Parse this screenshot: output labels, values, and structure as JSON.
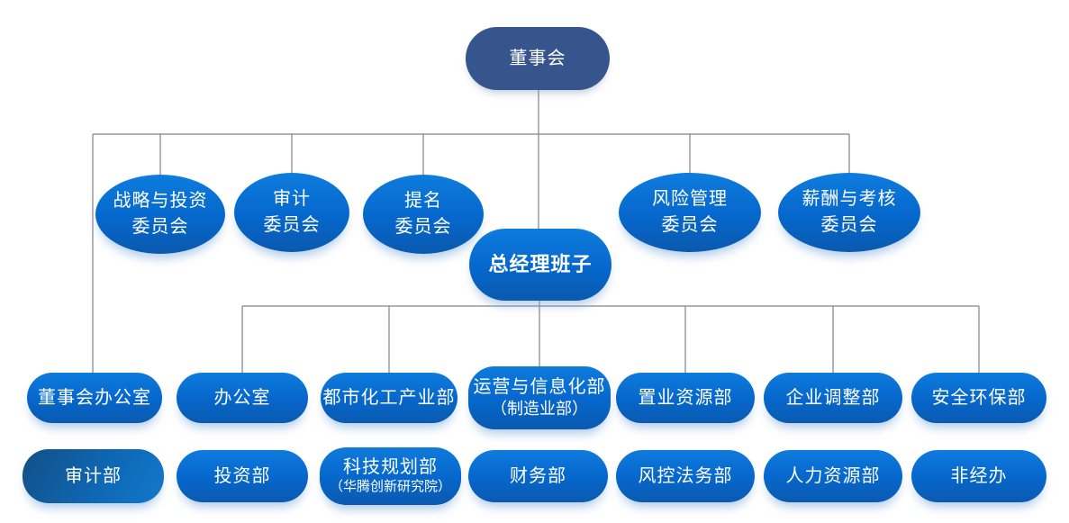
{
  "diagram": {
    "type": "org-chart",
    "nodes": {
      "board": {
        "label": "董事会"
      },
      "strategy_committee": {
        "label": "战略与投资\n委员会"
      },
      "audit_committee": {
        "label": "审计\n委员会"
      },
      "nomination_committee": {
        "label": "提名\n委员会"
      },
      "gm_team": {
        "label": "总经理班子"
      },
      "risk_committee": {
        "label": "风险管理\n委员会"
      },
      "compensation_committee": {
        "label": "薪酬与考核\n委员会"
      },
      "board_office": {
        "label": "董事会办公室"
      },
      "office": {
        "label": "办公室"
      },
      "urban_chemical_dept": {
        "label": "都市化工产业部"
      },
      "operations_info_dept": {
        "label": "运营与信息化部",
        "sublabel": "（制造业部）"
      },
      "realty_resources_dept": {
        "label": "置业资源部"
      },
      "enterprise_adjustment_dept": {
        "label": "企业调整部"
      },
      "safety_environment_dept": {
        "label": "安全环保部"
      },
      "audit_dept": {
        "label": "审计部"
      },
      "investment_dept": {
        "label": "投资部"
      },
      "tech_planning_dept": {
        "label": "科技规划部",
        "sublabel": "（华腾创新研究院）"
      },
      "finance_dept": {
        "label": "财务部"
      },
      "risk_legal_dept": {
        "label": "风控法务部"
      },
      "hr_dept": {
        "label": "人力资源部"
      },
      "non_operating_office": {
        "label": "非经办"
      }
    },
    "colors": {
      "board_fill": "#35558C",
      "node_fill_top": "#0E7CDE",
      "node_fill_bottom": "#0A59AE",
      "audit_dept_fill_dark": "#134F87",
      "connector_line": "#828282",
      "text": "#FFFFFF",
      "background": "#FFFFFF"
    }
  }
}
